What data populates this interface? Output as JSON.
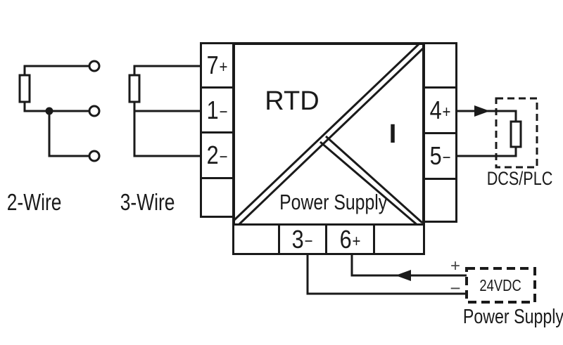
{
  "sensors": {
    "two_wire_label": "2-Wire",
    "three_wire_label": "3-Wire"
  },
  "transmitter": {
    "input_section_label": "RTD",
    "output_section_label": "I",
    "power_section_label": "Power Supply",
    "left_terminals": [
      {
        "digit": "7",
        "sign": "+"
      },
      {
        "digit": "1",
        "sign": "−"
      },
      {
        "digit": "2",
        "sign": "−"
      },
      {
        "digit": "",
        "sign": ""
      }
    ],
    "right_terminals": [
      {
        "digit": "",
        "sign": ""
      },
      {
        "digit": "4",
        "sign": "+"
      },
      {
        "digit": "5",
        "sign": "−"
      },
      {
        "digit": "",
        "sign": ""
      }
    ],
    "bottom_terminals": [
      {
        "digit": "",
        "sign": ""
      },
      {
        "digit": "3",
        "sign": "−"
      },
      {
        "digit": "6",
        "sign": "+"
      },
      {
        "digit": "",
        "sign": ""
      }
    ]
  },
  "output_device": {
    "label": "DCS/PLC"
  },
  "power_supply": {
    "voltage": "24VDC",
    "label": "Power Supply",
    "plus_sign": "+",
    "minus_sign": "−"
  },
  "colors": {
    "line": "#1a1a1a",
    "background": "#ffffff",
    "muted_sign": "#474747"
  }
}
